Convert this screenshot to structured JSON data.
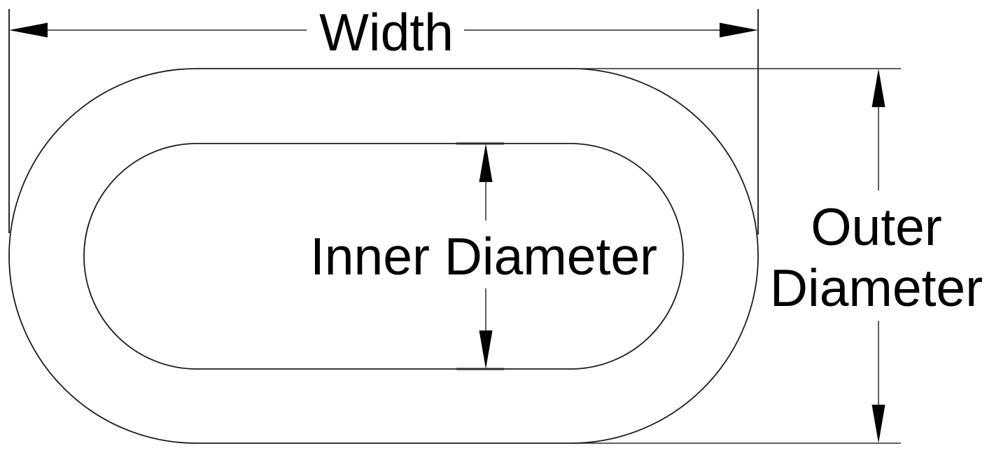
{
  "diagram": {
    "labels": {
      "width": "Width",
      "inner_diameter": "Inner Diameter",
      "outer_line1": "Outer",
      "outer_line2": "Diameter"
    },
    "colors": {
      "background": "#ffffff",
      "shape_line": "#1c1c1c",
      "dimension_line": "#2a2a2a",
      "arrow": "#000000",
      "text": "#000000"
    }
  }
}
